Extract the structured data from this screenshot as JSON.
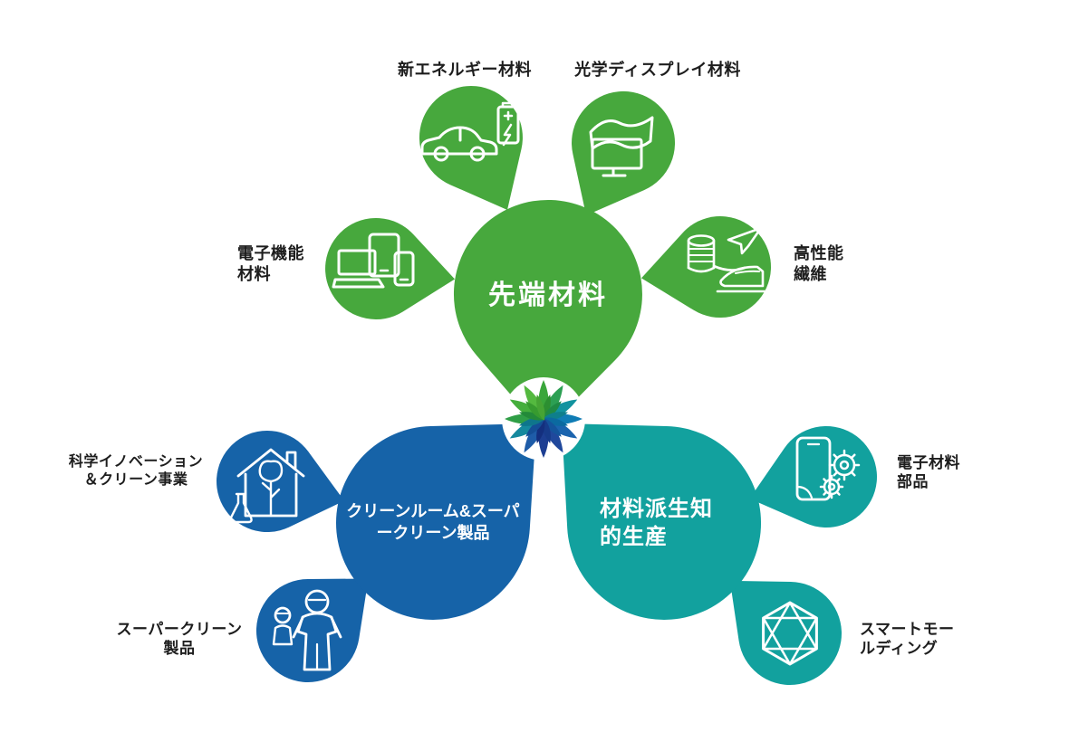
{
  "colors": {
    "green": "#47a83d",
    "blue": "#1663a8",
    "teal": "#12a19e",
    "label_text": "#1d1d1d",
    "bubble_text": "#ffffff"
  },
  "bubbles": {
    "advanced_materials": {
      "label": "先端材料"
    },
    "cleanroom": {
      "line1": "クリーンルーム&スーパ",
      "line2": "ークリーン製品"
    },
    "material_intelligence": {
      "line1": "材料派生知",
      "line2": "的生産"
    }
  },
  "petals": {
    "new_energy": {
      "label": "新エネルギー材料",
      "icon": "ev-car-battery-icon"
    },
    "optical_display": {
      "label": "光学ディスプレイ材料",
      "icon": "display-film-icon"
    },
    "electronic_functional": {
      "line1": "電子機能",
      "line2": "材料",
      "icon": "devices-icon"
    },
    "high_performance_fiber": {
      "line1": "高性能",
      "line2": "繊維",
      "icon": "spool-plane-train-icon"
    },
    "science_innovation": {
      "line1": "科学イノベーション",
      "line2": "＆クリーン事業",
      "icon": "eco-house-lab-icon"
    },
    "super_clean": {
      "line1": "スーパークリーン",
      "line2": "製品",
      "icon": "cleanroom-suit-icon"
    },
    "electronic_parts": {
      "line1": "電子材料",
      "line2": "部品",
      "icon": "smartphone-gears-icon"
    },
    "smart_molding": {
      "line1": "スマートモー",
      "line2": "ルディング",
      "icon": "wireframe-polyhedron-icon"
    }
  }
}
